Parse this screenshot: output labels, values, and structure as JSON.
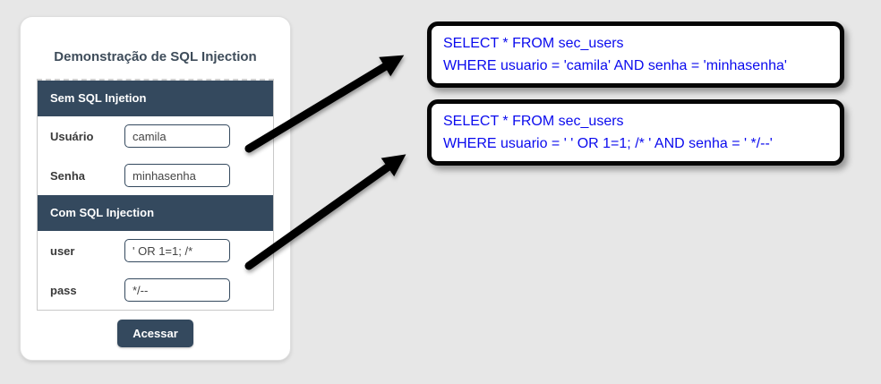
{
  "window": {
    "background": "#e7e7e7"
  },
  "card": {
    "title": "Demonstração de SQL Injection",
    "sections": [
      {
        "header": "Sem SQL Injetion",
        "fields": [
          {
            "label": "Usuário",
            "value": "camila"
          },
          {
            "label": "Senha",
            "value": "minhasenha"
          }
        ]
      },
      {
        "header": "Com SQL Injection",
        "fields": [
          {
            "label": "user",
            "value": "' OR 1=1; /*"
          },
          {
            "label": "pass",
            "value": "*/--"
          }
        ]
      }
    ],
    "submit_label": "Acessar"
  },
  "callouts": [
    {
      "lines": [
        "SELECT * FROM sec_users",
        "WHERE usuario = 'camila' AND senha = 'minhasenha'"
      ]
    },
    {
      "lines": [
        "SELECT * FROM sec_users",
        "WHERE usuario = ' ' OR 1=1; /* ' AND senha = ' */--'"
      ]
    }
  ],
  "colors": {
    "accent": "#34495e",
    "sql_text": "#0a0aee",
    "arrow": "#000000",
    "background": "#e7e7e7"
  }
}
